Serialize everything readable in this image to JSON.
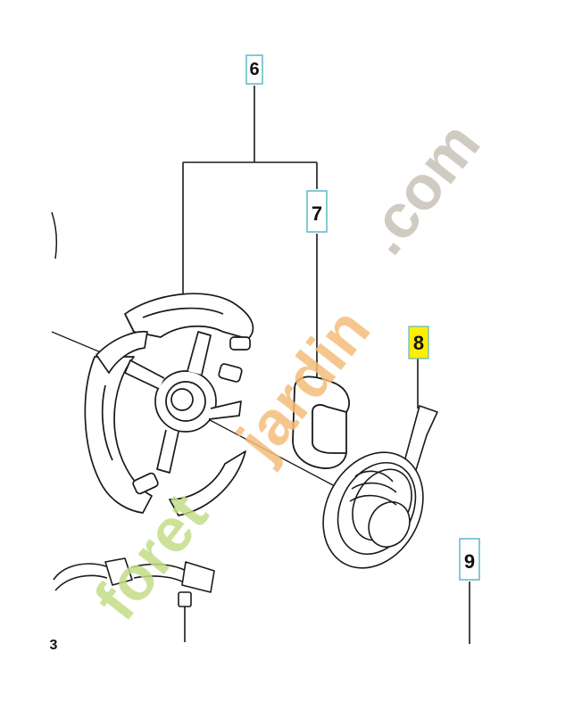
{
  "callouts": {
    "c6": "6",
    "c7": "7",
    "c8": "8",
    "c9": "9",
    "c3": "3"
  },
  "watermark": {
    "part1": "foret",
    "part2": "jardin",
    "part3": ".com"
  },
  "colors": {
    "line": "#1a1a1a",
    "callout_box": "#5fb7c9",
    "highlight": "#ffee00",
    "wm_green": "#c2dd86",
    "wm_orange": "#f4bd7a",
    "wm_grey": "#c7c2b7"
  }
}
